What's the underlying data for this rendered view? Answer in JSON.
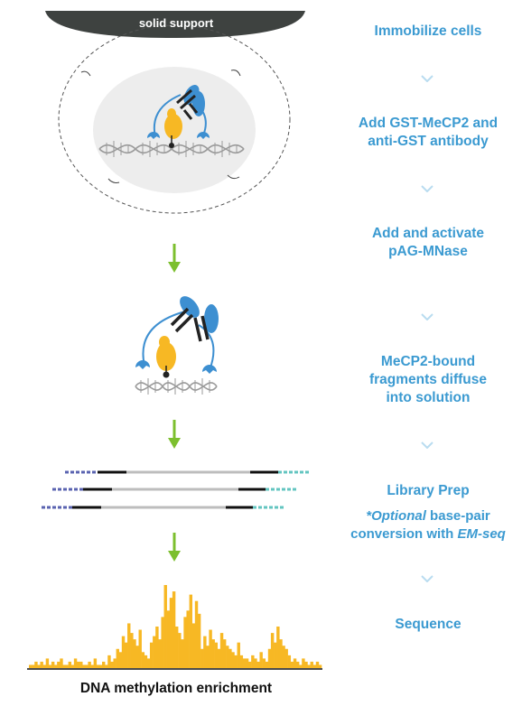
{
  "support_label": "solid support",
  "steps": [
    {
      "line1": "Immobilize cells",
      "line2": ""
    },
    {
      "line1": "Add GST-MeCP2 and",
      "line2": "anti-GST antibody"
    },
    {
      "line1": "Add and activate",
      "line2": "pAG-MNase"
    },
    {
      "line1": "MeCP2-bound",
      "line2": "fragments diffuse",
      "line3": "into solution"
    },
    {
      "line1": "Library Prep",
      "line2": ""
    },
    {
      "line1": "Sequence",
      "line2": ""
    }
  ],
  "note": {
    "line1_prefix": "*",
    "line1_italic": "Optional",
    "line1_rest": " base-pair",
    "line2_prefix": "conversion with ",
    "line2_italic": "EM-seq"
  },
  "bottom_label": "DNA methylation enrichment",
  "colors": {
    "step_text": "#3b9ad1",
    "arrow": "#7cbf2e",
    "antibody_blue": "#3d8fd1",
    "mecp2_yellow": "#f7b824",
    "support": "#3e4240",
    "peaks": "#f7b824"
  },
  "chart_data": {
    "type": "bar",
    "values": [
      1,
      1,
      2,
      1,
      2,
      1,
      3,
      1,
      2,
      1,
      2,
      3,
      1,
      1,
      2,
      1,
      3,
      2,
      2,
      1,
      1,
      2,
      1,
      3,
      1,
      1,
      2,
      1,
      4,
      2,
      3,
      6,
      5,
      10,
      8,
      14,
      11,
      9,
      7,
      12,
      5,
      4,
      3,
      8,
      10,
      13,
      9,
      16,
      26,
      18,
      22,
      24,
      13,
      11,
      9,
      16,
      18,
      23,
      14,
      21,
      17,
      6,
      10,
      7,
      12,
      9,
      8,
      6,
      11,
      9,
      7,
      6,
      5,
      4,
      8,
      4,
      3,
      3,
      2,
      4,
      3,
      2,
      5,
      3,
      2,
      6,
      11,
      8,
      13,
      9,
      7,
      6,
      4,
      2,
      3,
      2,
      1,
      3,
      2,
      1,
      2,
      1,
      2,
      1
    ]
  }
}
